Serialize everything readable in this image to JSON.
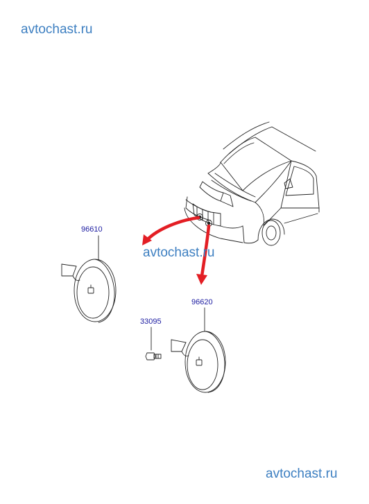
{
  "watermarks": {
    "top": "avtochast.ru",
    "middle": "avtochast.ru",
    "bottom": "avtochast.ru"
  },
  "parts": {
    "horn_low": "96610",
    "horn_high": "96620",
    "bolt": "33095"
  },
  "colors": {
    "watermark": "#3d7fc1",
    "part_label": "#1a1aa0",
    "arrow": "#e31e24",
    "line": "#222222"
  }
}
